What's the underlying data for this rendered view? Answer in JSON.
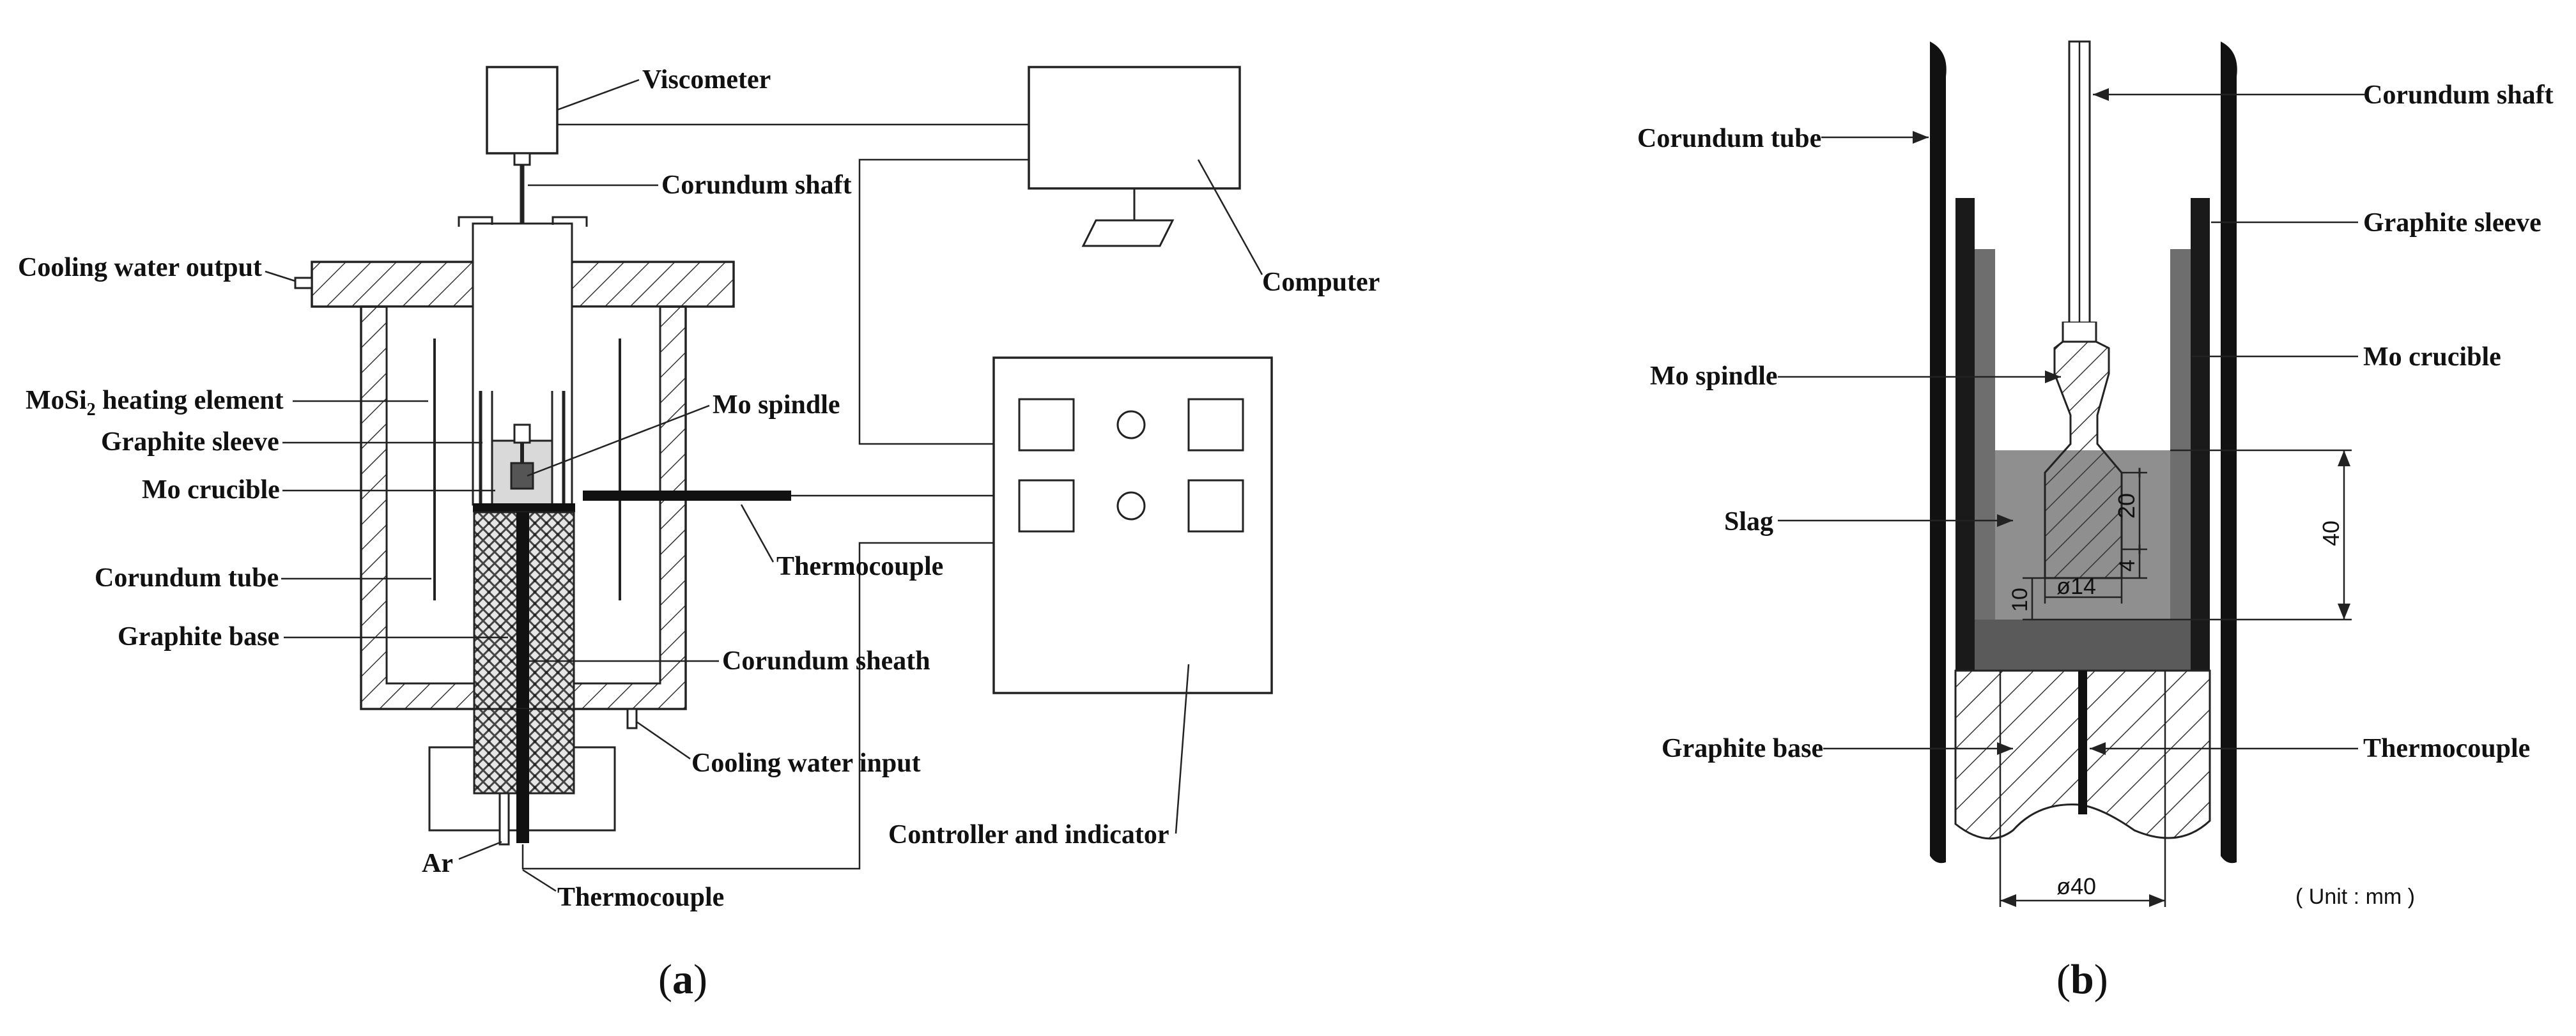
{
  "panel_a": {
    "label_open": "(",
    "label_letter": "a",
    "label_close": ")",
    "labels": {
      "viscometer": "Viscometer",
      "corundum_shaft": "Corundum shaft",
      "computer": "Computer",
      "cooling_water_output": "Cooling water output",
      "heating_element_pre": "MoSi",
      "heating_element_sub": "2",
      "heating_element_post": " heating element",
      "graphite_sleeve": "Graphite sleeve",
      "mo_crucible": "Mo crucible",
      "mo_spindle": "Mo spindle",
      "thermocouple_right": "Thermocouple",
      "corundum_tube": "Corundum tube",
      "graphite_base": "Graphite base",
      "corundum_sheath": "Corundum sheath",
      "cooling_water_input": "Cooling water input",
      "controller_indicator": "Controller and indicator",
      "ar": "Ar",
      "thermocouple_bottom": "Thermocouple"
    }
  },
  "panel_b": {
    "label_open": "(",
    "label_letter": "b",
    "label_close": ")",
    "labels": {
      "corundum_shaft": "Corundum shaft",
      "corundum_tube": "Corundum tube",
      "graphite_sleeve": "Graphite sleeve",
      "mo_spindle": "Mo spindle",
      "mo_crucible": "Mo crucible",
      "slag": "Slag",
      "graphite_base": "Graphite base",
      "thermocouple": "Thermocouple"
    },
    "dimensions": {
      "d20": "20",
      "d4": "4",
      "d14": "ø14",
      "d10": "10",
      "d40_vert": "40",
      "d40_dia": "ø40"
    },
    "unit_note": "( Unit : mm )"
  },
  "colors": {
    "ink": "#222222",
    "dark_fill": "#1a1a1a",
    "slag_gray": "#8f8f8f",
    "crucible_gray": "#5a5a5a",
    "crucible_wall": "#6e6e6e",
    "base_gray": "#4c4c4c",
    "hatch": "#333333"
  }
}
